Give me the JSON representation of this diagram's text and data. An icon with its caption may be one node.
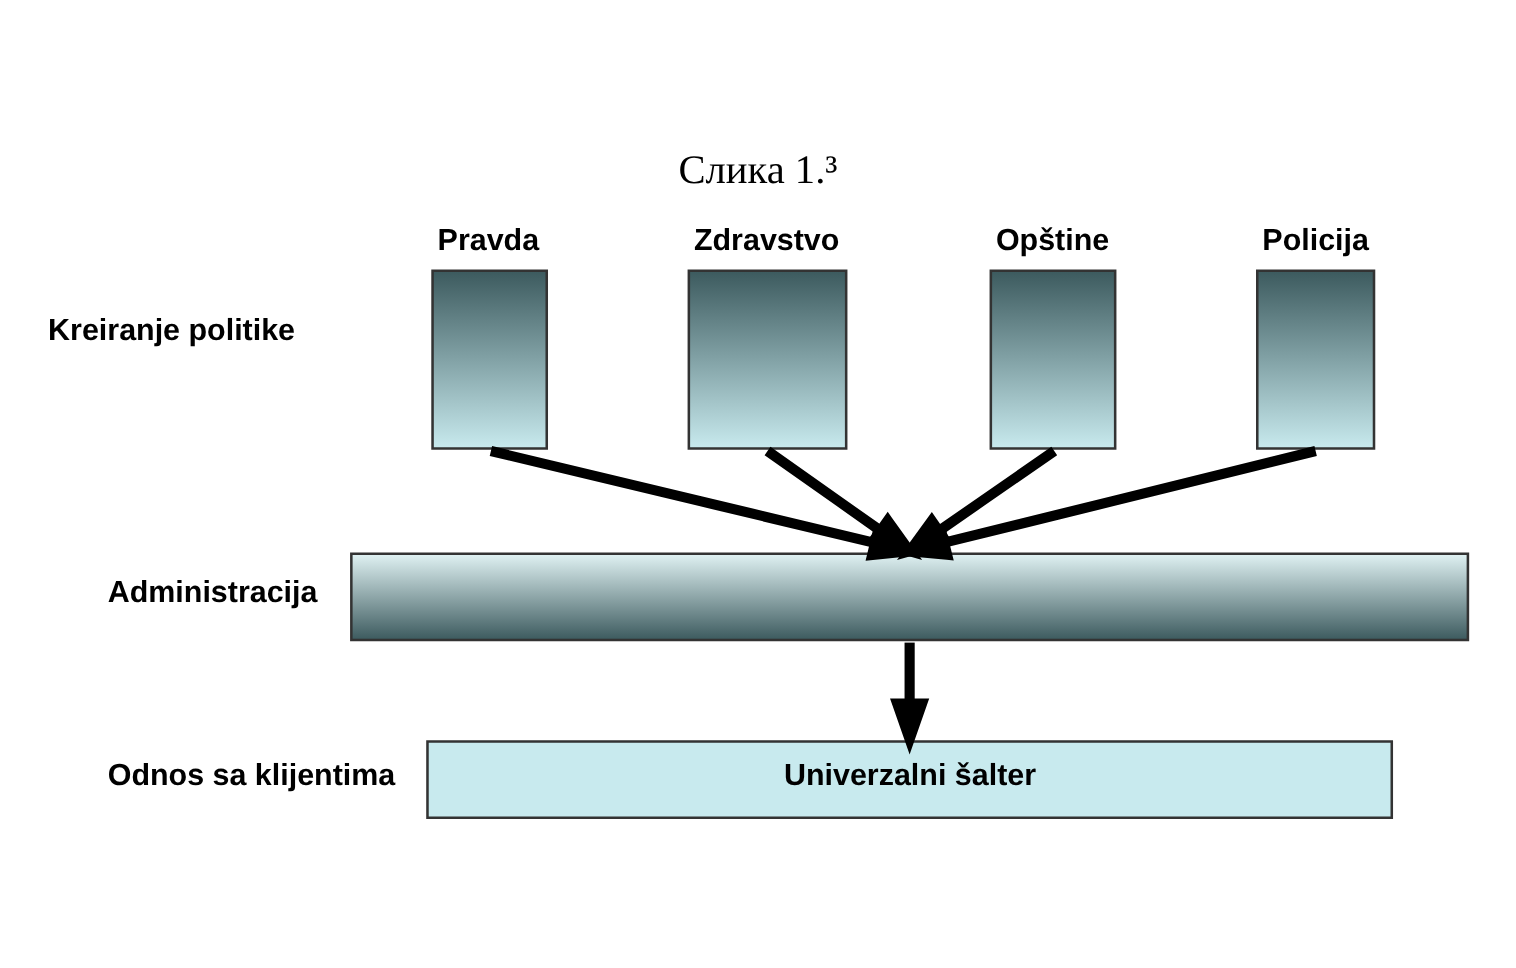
{
  "diagram": {
    "title": "Слика 1.³",
    "nodes": [
      {
        "text": [
          "Pravda"
        ]
      },
      {
        "text": [
          "Zdravstvo"
        ]
      },
      {
        "text": [
          "Opštine"
        ]
      },
      {
        "text": [
          "Policija"
        ]
      },
      {
        "text": [],
        "shape": "bar",
        "beside": [
          "Administracija"
        ]
      },
      {
        "text": [
          "Univerzalni šalter"
        ],
        "beside": [
          "Odnos sa klijentima"
        ]
      }
    ],
    "edges": [
      {
        "from": 0,
        "to": 4,
        "arrow": "to"
      },
      {
        "from": 1,
        "to": 4,
        "arrow": "to"
      },
      {
        "from": 2,
        "to": 4,
        "arrow": "to"
      },
      {
        "from": 3,
        "to": 4,
        "arrow": "to"
      },
      {
        "from": 4,
        "to": 5,
        "arrow": "to"
      }
    ],
    "labels": [
      "Kreiranje politike"
    ]
  }
}
